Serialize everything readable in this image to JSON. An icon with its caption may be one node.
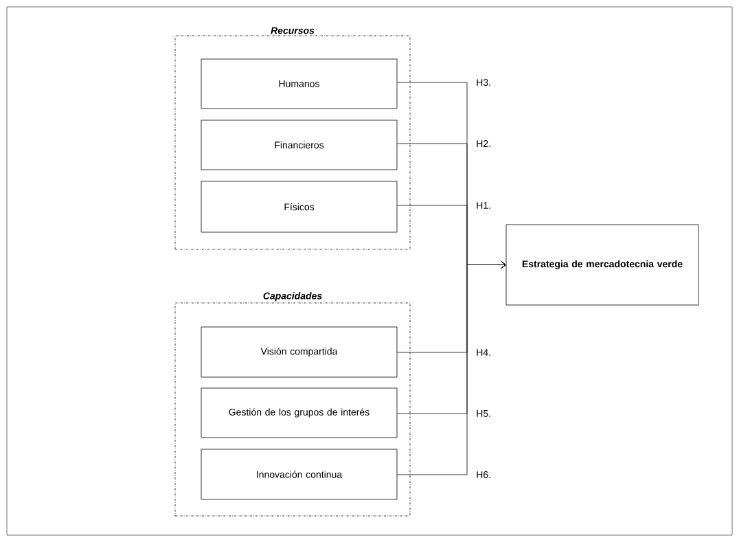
{
  "diagram": {
    "nodes": [
      {
        "text": [
          "Recursos"
        ]
      },
      {
        "text": [
          "Humanos"
        ],
        "in": 0
      },
      {
        "text": [
          "Financieros"
        ],
        "in": 0
      },
      {
        "text": [
          "Físicos"
        ],
        "in": 0
      },
      {
        "text": [
          "Capacidades"
        ]
      },
      {
        "text": [
          "Visión compartida"
        ],
        "in": 4
      },
      {
        "text": [
          "Gestión de los grupos de interés"
        ],
        "in": 4
      },
      {
        "text": [
          "Innovación continua"
        ],
        "in": 4
      },
      {
        "text": [
          "Estrategia de mercadotecnia verde"
        ]
      }
    ],
    "edges": [
      {
        "from": 1,
        "to": 8,
        "arrow": "to",
        "label": "H3."
      },
      {
        "from": 2,
        "to": 8,
        "arrow": "to",
        "label": "H2."
      },
      {
        "from": 3,
        "to": 8,
        "arrow": "to",
        "label": "H1."
      },
      {
        "from": 5,
        "to": 8,
        "arrow": "to",
        "label": "H4."
      },
      {
        "from": 6,
        "to": 8,
        "arrow": "to",
        "label": "H5."
      },
      {
        "from": 7,
        "to": 8,
        "arrow": "to",
        "label": "H6."
      }
    ]
  }
}
